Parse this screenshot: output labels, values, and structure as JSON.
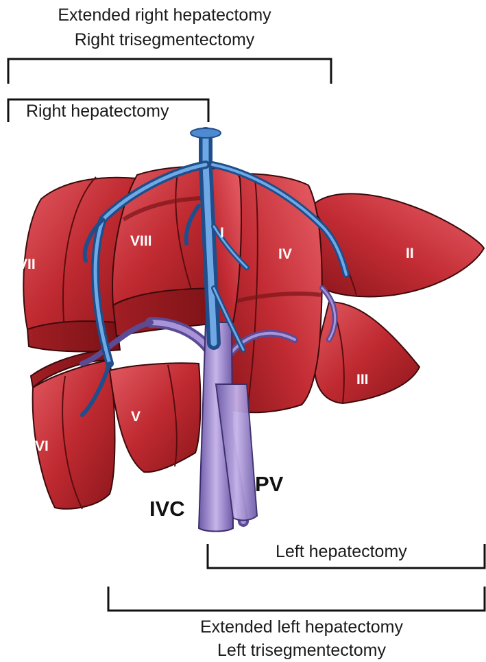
{
  "top_labels": {
    "extended_right_line1": "Extended right hepatectomy",
    "extended_right_line2": "Right trisegmentectomy",
    "right_hepatectomy": "Right hepatectomy"
  },
  "bottom_labels": {
    "left_hepatectomy": "Left hepatectomy",
    "extended_left_line1": "Extended left hepatectomy",
    "extended_left_line2": "Left trisegmentectomy"
  },
  "segments": {
    "I": "I",
    "II": "II",
    "III": "III",
    "IV": "IV",
    "V": "V",
    "VI": "VI",
    "VII": "VII",
    "VIII": "VIII"
  },
  "vessels": {
    "ivc": "IVC",
    "pv": "PV"
  },
  "colors": {
    "liver": "#b8242a",
    "liver_highlight": "#e0505a",
    "liver_shadow": "#7d1418",
    "hepatic_vein": "#3f7fc8",
    "portal_vein": "#8a6cc0"
  }
}
